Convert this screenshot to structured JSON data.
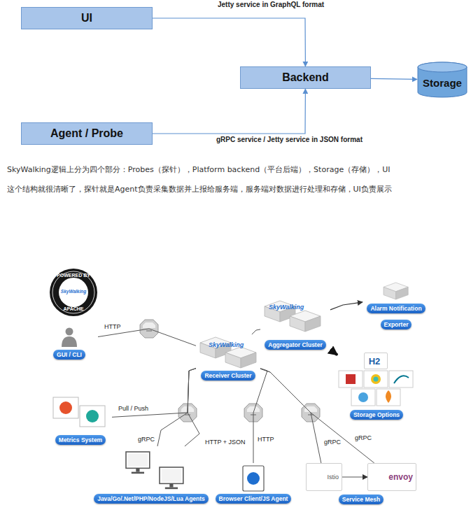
{
  "diagram": {
    "nodes": [
      {
        "text": [
          "UI"
        ]
      },
      {
        "text": [
          "Backend"
        ]
      },
      {
        "text": [
          "Storage"
        ]
      },
      {
        "text": [
          "Agent / Probe"
        ]
      },
      {
        "text": [
          "Alarm Notification"
        ]
      },
      {
        "text": [
          "Exporter"
        ]
      },
      {
        "text": [
          "Aggregator Cluster"
        ]
      },
      {
        "text": [
          "GUI / CLI"
        ]
      },
      {
        "text": [
          "Receiver Cluster"
        ]
      },
      {
        "text": [
          "Storage Options"
        ]
      },
      {
        "text": [
          "H2"
        ],
        "in": 9
      },
      {
        "text": [
          "Metrics System"
        ]
      },
      {
        "text": [
          "Java/Go/.Net/PHP/NodeJS/Lua Agents"
        ]
      },
      {
        "text": [
          "Browser Client/JS Agent"
        ]
      },
      {
        "text": [
          "Service Mesh"
        ]
      },
      {
        "text": [
          "Istio"
        ],
        "in": 14
      },
      {
        "text": [
          "envoy"
        ],
        "in": 14
      }
    ],
    "edges": [
      {
        "from": 0,
        "to": 1,
        "arrow": "to",
        "label": "Jetty service in GraphQL format"
      },
      {
        "from": 3,
        "to": 1,
        "arrow": "to",
        "label": "gRPC service / Jetty service in JSON format"
      },
      {
        "from": 1,
        "to": 2,
        "arrow": "to"
      },
      {
        "from": 8,
        "to": 6,
        "arrow": "none"
      },
      {
        "from": 6,
        "to": 4,
        "arrow": "to"
      },
      {
        "from": 6,
        "to": 9,
        "arrow": "to"
      },
      {
        "from": 7,
        "to": 8,
        "arrow": "none",
        "label": "HTTP"
      },
      {
        "from": 11,
        "to": 8,
        "arrow": "none",
        "label": "Pull / Push"
      },
      {
        "from": 12,
        "to": 8,
        "arrow": "none",
        "label": "gRPC"
      },
      {
        "from": 12,
        "to": 8,
        "arrow": "none",
        "label": "HTTP + JSON"
      },
      {
        "from": 13,
        "to": 8,
        "arrow": "none",
        "label": "HTTP"
      },
      {
        "from": 15,
        "to": 8,
        "arrow": "none",
        "label": "gRPC"
      },
      {
        "from": 16,
        "to": 8,
        "arrow": "none",
        "label": "gRPC"
      },
      {
        "from": 15,
        "to": 16,
        "arrow": "to"
      }
    ],
    "labels": [
      "SkyWalking逻辑上分为四个部分：Probes（探针），Platform backend（平台后端），Storage（存储），UI",
      "这个结构就很清晰了，探针就是Agent负责采集数据并上报给服务端，服务端对数据进行处理和存储，UI负责展示",
      "POWERED BY",
      "SkyWalking",
      "APACHE",
      "SkyWalking",
      "SkyWalking"
    ]
  }
}
